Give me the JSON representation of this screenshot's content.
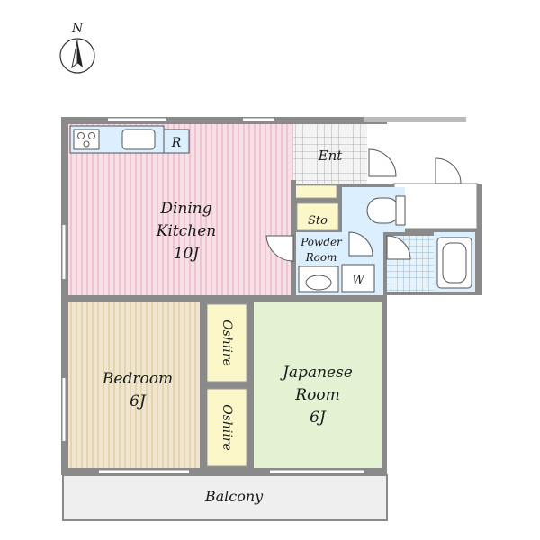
{
  "compass": {
    "label": "N"
  },
  "rooms": {
    "dining_kitchen": {
      "name_line1": "Dining",
      "name_line2": "Kitchen",
      "size": "10J"
    },
    "bedroom": {
      "name": "Bedroom",
      "size": "6J"
    },
    "japanese_room": {
      "name_line1": "Japanese",
      "name_line2": "Room",
      "size": "6J"
    },
    "powder_room": {
      "name_line1": "Powder",
      "name_line2": "Room"
    },
    "entrance": {
      "name": "Ent"
    },
    "storage": {
      "name": "Sto"
    },
    "washer": {
      "name": "W"
    },
    "refrigerator": {
      "name": "R"
    },
    "oshiire_top": {
      "name": "Oshiire"
    },
    "oshiire_bottom": {
      "name": "Oshiire"
    },
    "balcony": {
      "name": "Balcony"
    }
  },
  "colors": {
    "dining_kitchen": "#f7dfe6",
    "bedroom": "#f0e6cf",
    "japanese_room": "#e3f2d2",
    "oshiire": "#fbf7c8",
    "wet_area": "#dcefff",
    "tile": "#e9f4fb",
    "wall": "#8a8a8a",
    "balcony": "#efefef"
  }
}
